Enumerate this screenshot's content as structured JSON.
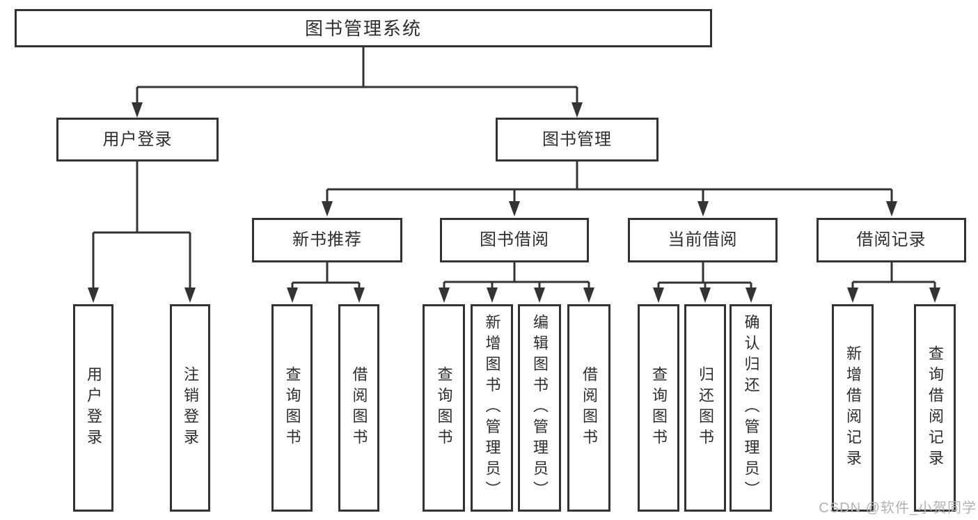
{
  "nodes": {
    "root": "图书管理系统",
    "level2": [
      "用户登录",
      "图书管理"
    ],
    "level3": [
      "新书推荐",
      "图书借阅",
      "当前借阅",
      "借阅记录"
    ],
    "leaves_user": [
      "用户登录",
      "注销登录"
    ],
    "leaves_newbook": [
      "查询图书",
      "借阅图书"
    ],
    "leaves_borrow": [
      "查询图书",
      "新增图书（管理员）",
      "编辑图书（管理员）",
      "借阅图书"
    ],
    "leaves_current": [
      "查询图书",
      "归还图书",
      "确认归还（管理员）"
    ],
    "leaves_record": [
      "新增借阅记录",
      "查询借阅记录"
    ]
  },
  "watermark": "CSDN @软件_小贺同学",
  "colors": {
    "line": "#333333",
    "text": "#2d2d2d",
    "watermark": "#b2b2b2",
    "background": "#ffffff"
  }
}
